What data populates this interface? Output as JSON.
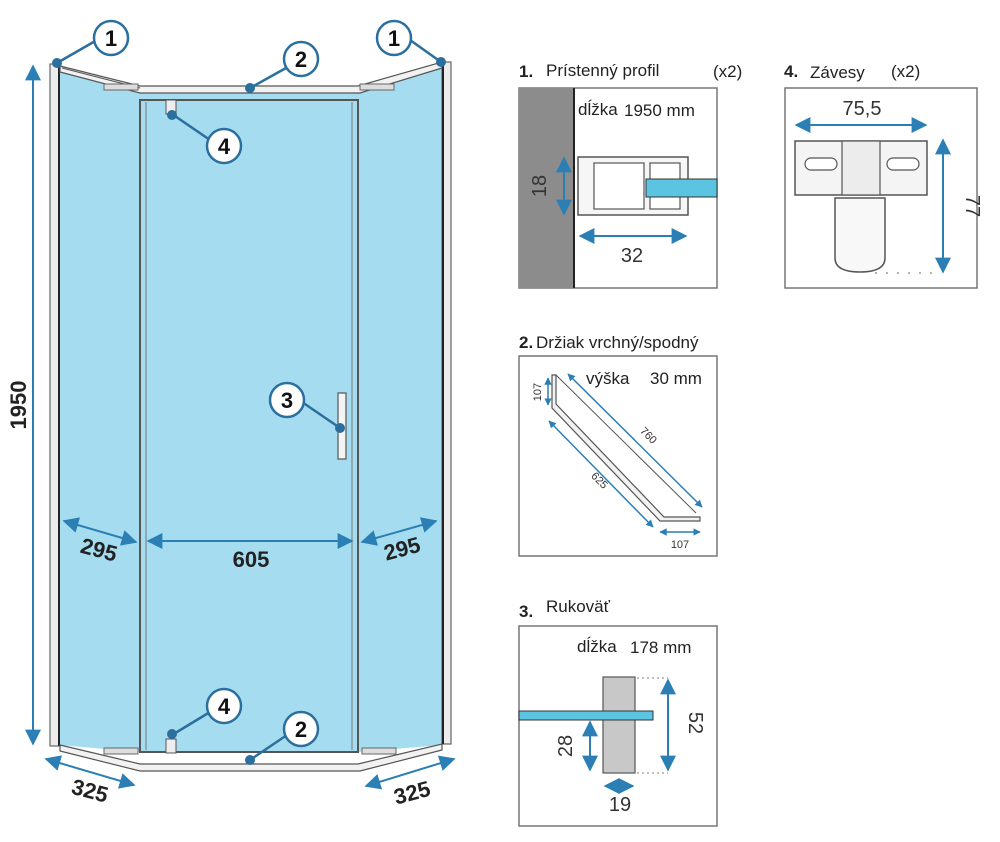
{
  "colors": {
    "glass": "#a6dcef",
    "dimension": "#2b7fb4",
    "callout": "#2b6f9e",
    "profile": "#5bc4e0",
    "wall": "#8c8c8c"
  },
  "overall": {
    "height": "1950",
    "side_width_left": "295",
    "door_width": "605",
    "side_width_right": "295",
    "depth_left": "325",
    "depth_right": "325"
  },
  "callouts": [
    "1",
    "2",
    "4",
    "3"
  ],
  "parts": [
    {
      "number": "1.",
      "name": "Prístenný profil",
      "qty": "(x2)",
      "length_label": "dĺžka",
      "length_value": "1950 mm",
      "dim_height": "18",
      "dim_width": "32"
    },
    {
      "number": "2.",
      "name": "Držiak vrchný/spodný",
      "height_label": "výška",
      "height_value": "30 mm",
      "dim_end_top": "107",
      "dim_long": "760",
      "dim_short": "625",
      "dim_end_bottom": "107"
    },
    {
      "number": "3.",
      "name": "Rukoväť",
      "length_label": "dĺžka",
      "length_value": "178 mm",
      "dim_height_small": "28",
      "dim_height": "52",
      "dim_width": "19"
    },
    {
      "number": "4.",
      "name": "Závesy",
      "qty": "(x2)",
      "dim_width": "75,5",
      "dim_height": "77"
    }
  ]
}
